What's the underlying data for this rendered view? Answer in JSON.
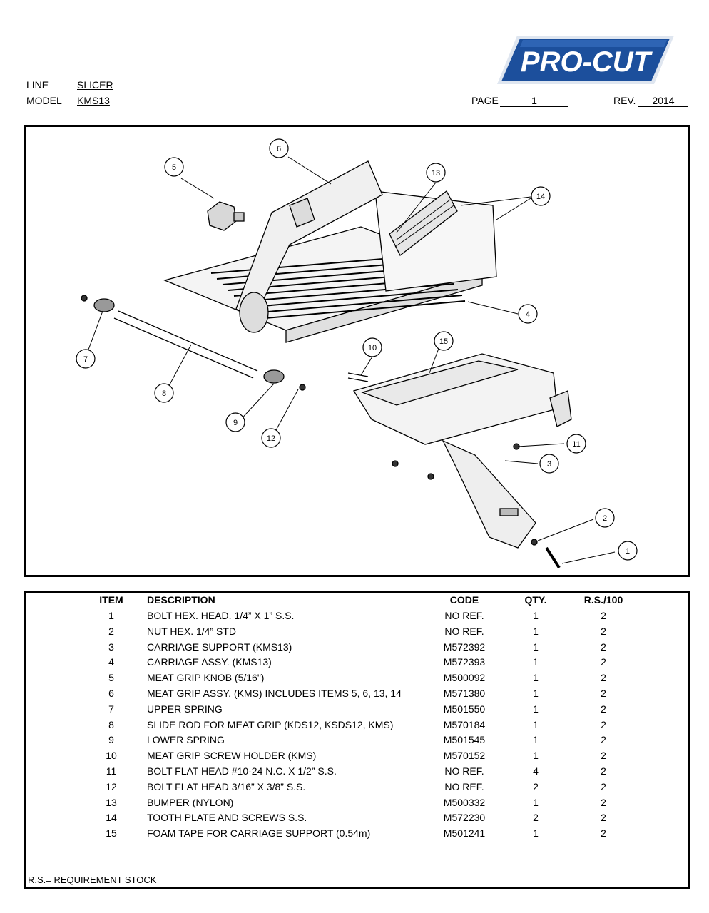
{
  "header": {
    "line_label": "LINE",
    "line_value": "SLICER",
    "model_label": "MODEL",
    "model_value": "KMS13",
    "page_label": "PAGE",
    "page_value": "1",
    "rev_label": "REV.",
    "rev_value": "2014"
  },
  "logo": {
    "text": "PRO-CUT",
    "brand_color": "#1c4f9c"
  },
  "diagram": {
    "callouts": [
      "1",
      "2",
      "3",
      "4",
      "5",
      "6",
      "7",
      "8",
      "9",
      "10",
      "11",
      "12",
      "13",
      "14",
      "15"
    ]
  },
  "parts_table": {
    "columns": [
      "ITEM",
      "DESCRIPTION",
      "CODE",
      "QTY.",
      "R.S./100"
    ],
    "rows": [
      [
        "1",
        "BOLT HEX. HEAD. 1/4” X 1” S.S.",
        "NO REF.",
        "1",
        "2"
      ],
      [
        "2",
        "NUT HEX. 1/4” STD",
        "NO REF.",
        "1",
        "2"
      ],
      [
        "3",
        "CARRIAGE SUPPORT (KMS13)",
        "M572392",
        "1",
        "2"
      ],
      [
        "4",
        "CARRIAGE ASSY. (KMS13)",
        "M572393",
        "1",
        "2"
      ],
      [
        "5",
        "MEAT GRIP KNOB (5/16\")",
        "M500092",
        "1",
        "2"
      ],
      [
        "6",
        "MEAT GRIP ASSY. (KMS) INCLUDES ITEMS 5, 6, 13, 14",
        "M571380",
        "1",
        "2"
      ],
      [
        "7",
        "UPPER SPRING",
        "M501550",
        "1",
        "2"
      ],
      [
        "8",
        "SLIDE ROD FOR MEAT GRIP (KDS12, KSDS12, KMS)",
        "M570184",
        "1",
        "2"
      ],
      [
        "9",
        "LOWER SPRING",
        "M501545",
        "1",
        "2"
      ],
      [
        "10",
        "MEAT GRIP SCREW HOLDER (KMS)",
        "M570152",
        "1",
        "2"
      ],
      [
        "11",
        "BOLT FLAT HEAD #10-24 N.C. X 1/2” S.S.",
        "NO REF.",
        "4",
        "2"
      ],
      [
        "12",
        "BOLT FLAT HEAD 3/16” X 3/8” S.S.",
        "NO REF.",
        "2",
        "2"
      ],
      [
        "13",
        "BUMPER (NYLON)",
        "M500332",
        "1",
        "2"
      ],
      [
        "14",
        "TOOTH PLATE AND SCREWS S.S.",
        "M572230",
        "2",
        "2"
      ],
      [
        "15",
        "FOAM TAPE FOR CARRIAGE SUPPORT (0.54m)",
        "M501241",
        "1",
        "2"
      ]
    ],
    "footnote": "R.S.= REQUIREMENT STOCK"
  }
}
